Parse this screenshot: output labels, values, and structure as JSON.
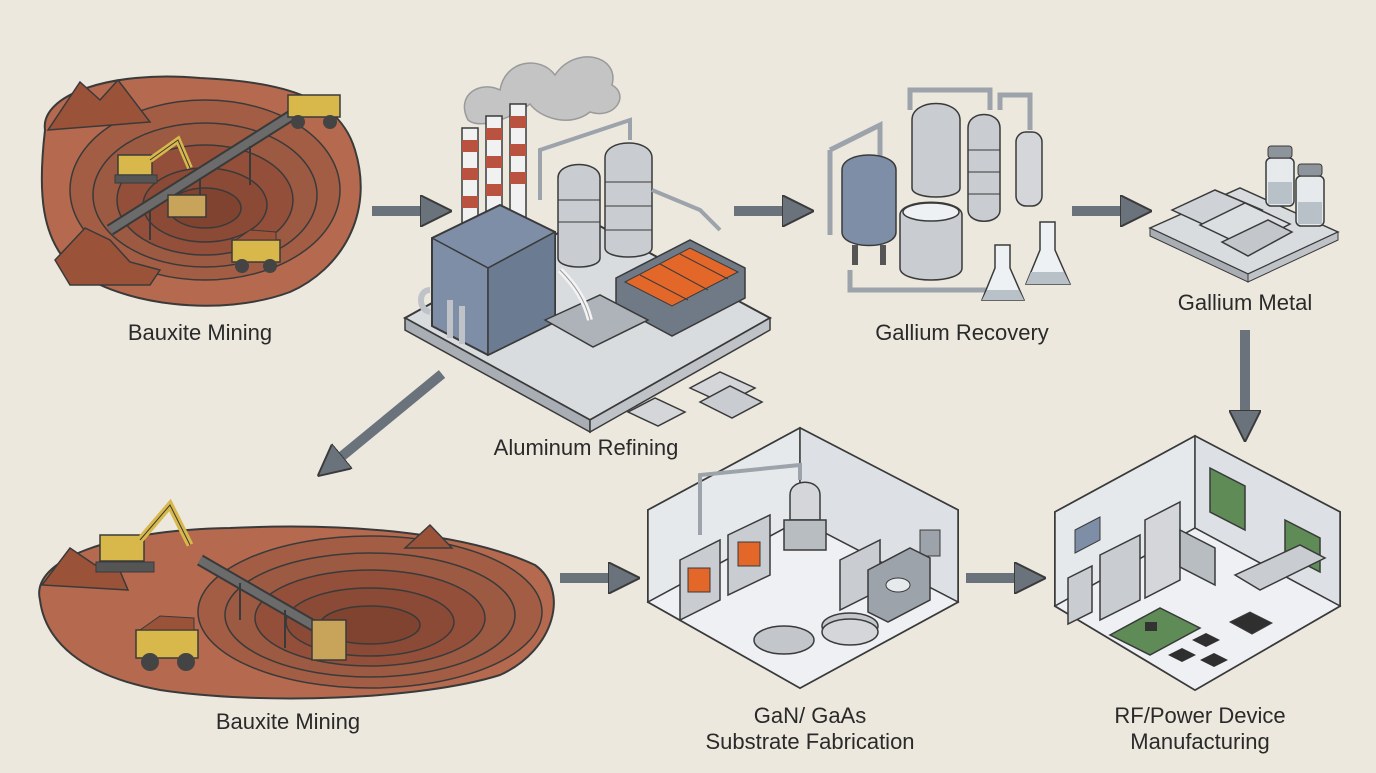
{
  "colors": {
    "background": "#ece8de",
    "earth": "#b56a4f",
    "earth_dark": "#8a4a35",
    "pit_ring": "#9c5a42",
    "machine_yellow": "#d8b84a",
    "steel": "#c9ccd0",
    "steel_dark": "#7f8790",
    "blue_metal": "#7d8ea6",
    "chimney_stripe": "#b9533f",
    "smoke": "#c4c4c4",
    "arrow": "#6a737c",
    "glow": "#e4672a",
    "pcb_green": "#5f8b57",
    "room_wall": "#f2f4f6",
    "outline": "#3a3a3a"
  },
  "nodes": [
    {
      "id": "bauxite-mining-top",
      "label": "Bauxite Mining",
      "icon": "open-pit-mine-icon"
    },
    {
      "id": "aluminum-refining",
      "label": "Aluminum Refining",
      "icon": "refinery-plant-icon"
    },
    {
      "id": "gallium-recovery",
      "label": "Gallium Recovery",
      "icon": "chemical-lab-icon"
    },
    {
      "id": "gallium-metal",
      "label": "Gallium Metal",
      "icon": "metal-ingots-icon"
    },
    {
      "id": "bauxite-mining-bottom",
      "label": "Bauxite Mining",
      "icon": "open-pit-mine-icon"
    },
    {
      "id": "substrate-fabrication",
      "label_lines": [
        "GaN/ GaAs",
        "Substrate Fabrication"
      ],
      "icon": "cleanroom-fab-icon"
    },
    {
      "id": "device-manufacturing",
      "label_lines": [
        "RF/Power Device",
        "Manufacturing"
      ],
      "icon": "electronics-factory-icon"
    }
  ],
  "edges": [
    {
      "from": "bauxite-mining-top",
      "to": "aluminum-refining"
    },
    {
      "from": "aluminum-refining",
      "to": "gallium-recovery"
    },
    {
      "from": "gallium-recovery",
      "to": "gallium-metal"
    },
    {
      "from": "aluminum-refining",
      "to": "bauxite-mining-bottom"
    },
    {
      "from": "gallium-metal",
      "to": "device-manufacturing"
    },
    {
      "from": "bauxite-mining-bottom",
      "to": "substrate-fabrication"
    },
    {
      "from": "substrate-fabrication",
      "to": "device-manufacturing"
    }
  ]
}
